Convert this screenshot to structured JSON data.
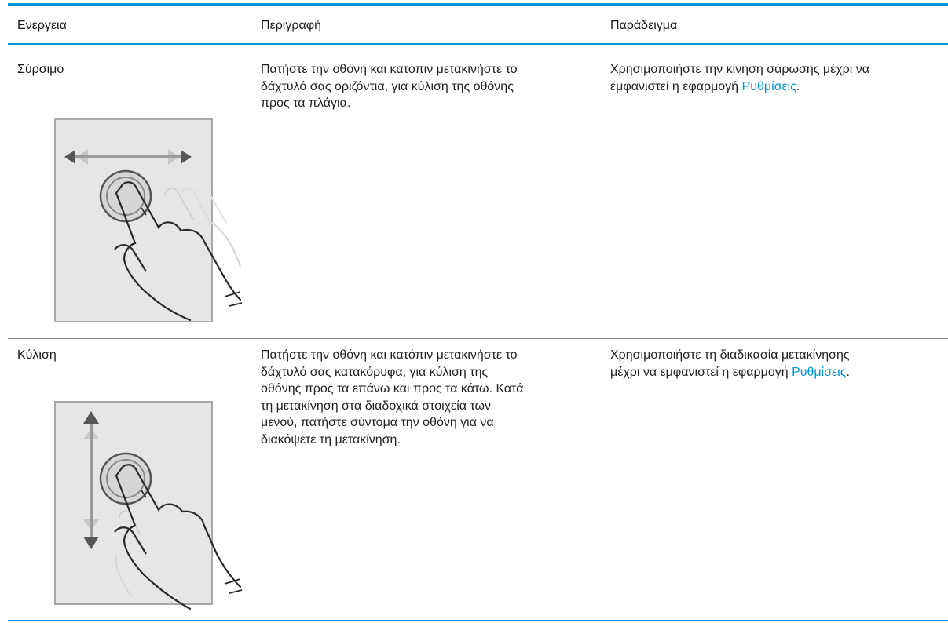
{
  "table": {
    "headers": [
      "Ενέργεια",
      "Περιγραφή",
      "Παράδειγμα"
    ],
    "rows": [
      {
        "action": "Σύρσιμο",
        "description": "Πατήστε την οθόνη και κατόπιν μετακινήστε το δάχτυλό σας οριζόντια, για κύλιση της οθόνης προς τα πλάγια.",
        "description_lines": [
          "Πατήστε την οθόνη και κατόπιν μετακινήστε το",
          "δάχτυλό σας οριζόντια, για κύλιση της οθόνης",
          "προς τα πλάγια."
        ],
        "example_line1": "Χρησιμοποιήστε την κίνηση σάρωσης μέχρι να",
        "example_line2_prefix": "εμφανιστεί η εφαρμογή ",
        "example_link": "Ρυθμίσεις",
        "example_suffix": ".",
        "illustration_icon": "swipe-horizontal-gesture-icon"
      },
      {
        "action": "Κύλιση",
        "description": "Πατήστε την οθόνη και κατόπιν μετακινήστε το δάχτυλό σας κατακόρυφα, για κύλιση της οθόνης προς τα επάνω και προς τα κάτω. Κατά τη μετακίνηση στα διαδοχικά στοιχεία των μενού, πατήστε σύντομα την οθόνη για να διακόψετε τη μετακίνηση.",
        "description_lines": [
          "Πατήστε την οθόνη και κατόπιν μετακινήστε το",
          "δάχτυλό σας κατακόρυφα, για κύλιση της",
          "οθόνης προς τα επάνω και προς τα κάτω. Κατά",
          "τη μετακίνηση στα διαδοχικά στοιχεία των",
          "μενού, πατήστε σύντομα την οθόνη για να",
          "διακόψετε τη μετακίνηση."
        ],
        "example_line1": "Χρησιμοποιήστε τη διαδικασία μετακίνησης",
        "example_line2_prefix": "μέχρι να εμφανιστεί η εφαρμογή ",
        "example_link": "Ρυθμίσεις",
        "example_suffix": ".",
        "illustration_icon": "scroll-vertical-gesture-icon"
      }
    ]
  },
  "colors": {
    "accent_rule": "#0096d6",
    "link": "#0096d6",
    "panel_fill": "#e6e6e6",
    "panel_border": "#a8a8a8",
    "arrow": "#555555"
  }
}
